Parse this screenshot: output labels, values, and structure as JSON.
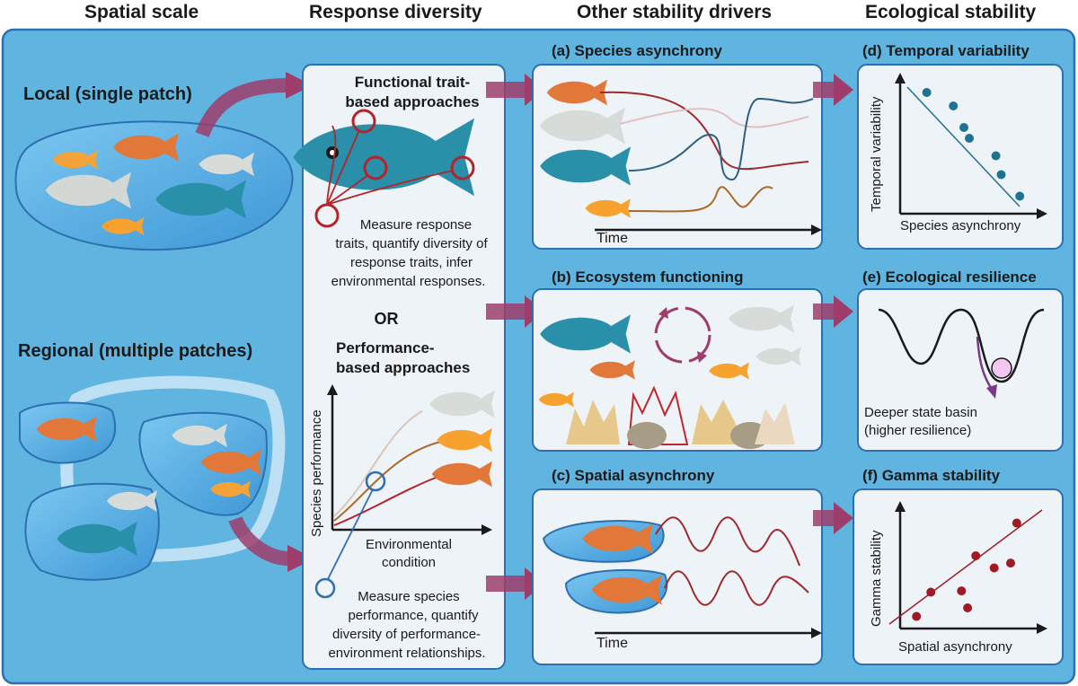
{
  "columns": {
    "spatial": "Spatial scale",
    "response": "Response diversity",
    "drivers": "Other stability drivers",
    "stability": "Ecological stability"
  },
  "spatial": {
    "local": "Local (single patch)",
    "regional": "Regional (multiple patches)"
  },
  "response_panel": {
    "functional_title_l1": "Functional trait-",
    "functional_title_l2": "based approaches",
    "functional_text": [
      "Measure response",
      "traits, quantify diversity of",
      "response traits, infer",
      "environmental responses."
    ],
    "or_label": "OR",
    "performance_title_l1": "Performance-",
    "performance_title_l2": "based approaches",
    "y_axis": "Species performance",
    "x_axis_l1": "Environmental",
    "x_axis_l2": "condition",
    "performance_text": [
      "Measure species",
      "performance, quantify",
      "diversity of performance-",
      "environment relationships."
    ]
  },
  "drivers": {
    "a_title": "(a) Species asynchrony",
    "a_time": "Time",
    "b_title": "(b) Ecosystem functioning",
    "c_title": "(c) Spatial asynchrony",
    "c_time": "Time"
  },
  "stability": {
    "d_title": "(d) Temporal variability",
    "d_y": "Temporal variability",
    "d_x": "Species asynchrony",
    "e_title": "(e) Ecological resilience",
    "e_text_l1": "Deeper state basin",
    "e_text_l2": "(higher resilience)",
    "f_title": "(f) Gamma stability",
    "f_y": "Gamma stability",
    "f_x": "Spatial asynchrony"
  },
  "colors": {
    "frame_bg": "#5fb5e0",
    "panel_bg": "#eef3f8",
    "panel_border": "#2d6fb0",
    "arrow": "#9e3d6b",
    "teal_dot": "#1f7391",
    "red_dot": "#9e1a24"
  },
  "chart_data": [
    {
      "type": "scatter",
      "title": "(d) Temporal variability",
      "xlabel": "Species asynchrony",
      "ylabel": "Temporal variability",
      "trend": "negative",
      "x": [
        1.0,
        2.0,
        2.4,
        2.6,
        3.6,
        3.8,
        4.5
      ],
      "y": [
        9.0,
        8.0,
        6.4,
        5.6,
        4.3,
        2.9,
        1.3
      ],
      "xlim": [
        0,
        5
      ],
      "ylim": [
        0,
        10
      ]
    },
    {
      "type": "scatter",
      "title": "(f) Gamma stability",
      "xlabel": "Spatial asynchrony",
      "ylabel": "Gamma stability",
      "trend": "positive",
      "x": [
        0.8,
        1.5,
        3.0,
        3.3,
        3.7,
        4.6,
        5.4,
        5.7
      ],
      "y": [
        1.0,
        3.0,
        3.1,
        1.7,
        6.0,
        5.0,
        5.4,
        8.7
      ],
      "xlim": [
        0,
        6.5
      ],
      "ylim": [
        0,
        10
      ]
    }
  ]
}
